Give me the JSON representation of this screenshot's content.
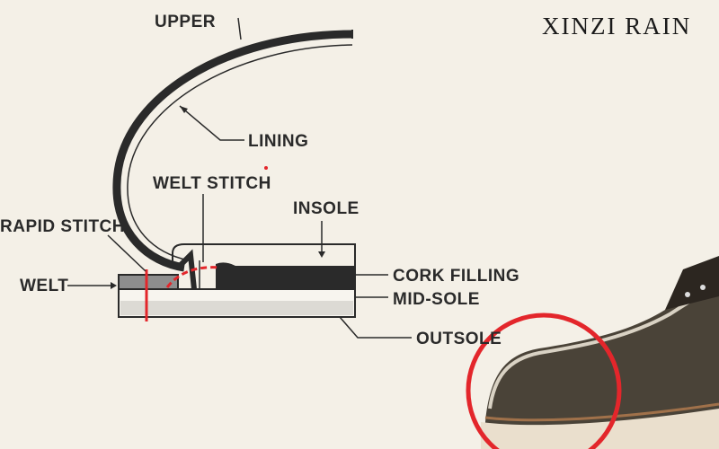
{
  "brand": {
    "logo_text": "XINZI RAIN"
  },
  "diagram": {
    "labels": {
      "upper": "UPPER",
      "lining": "LINING",
      "welt_stitch": "WELT STITCH",
      "insole": "INSOLE",
      "rapid_stitch": "RAPID STITCH",
      "welt": "WELT",
      "cork_filling": "CORK FILLING",
      "mid_sole": "MID-SOLE",
      "outsole": "OUTSOLE"
    }
  },
  "colors": {
    "background": "#f4f0e7",
    "ink": "#2a2a2a",
    "accent_red": "#e3262b"
  }
}
